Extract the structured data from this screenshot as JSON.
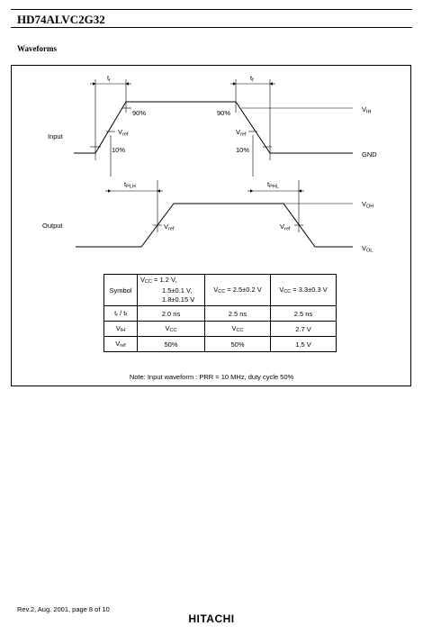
{
  "header": {
    "title": "HD74ALVC2G32"
  },
  "section": {
    "title": "Waveforms"
  },
  "waveform": {
    "input_label": "Input",
    "output_label": "Output",
    "pct_90": "90%",
    "pct_10": "10%",
    "vref": "V",
    "vref_sub": "ref",
    "t_sym": "t",
    "tr_sub": "r",
    "tf_sub": "f",
    "tplh_sub": "PLH",
    "tphl_sub": "PHL",
    "vih": "V",
    "vih_sub": "IH",
    "gnd": "GND",
    "voh": "V",
    "voh_sub": "OH",
    "vol": "V",
    "vol_sub": "OL"
  },
  "table": {
    "symbol_header": "Symbol",
    "col1_line1": "V",
    "col1_sub": "CC",
    "col1_line1_rest": " = 1.2 V,",
    "col1_line2": "1.5±0.1 V,",
    "col1_line3": "1.8±0.15 V",
    "col2_pre": "V",
    "col2_sub": "CC",
    "col2_post": " = 2.5±0.2 V",
    "col3_pre": "V",
    "col3_sub": "CC",
    "col3_post": " = 3.3±0.3 V",
    "rows": [
      {
        "sym": "t",
        "sym_sub": "r",
        "sym_mid": " / t",
        "sym_sub2": "f",
        "v1": "2.0 ns",
        "v2": "2.5 ns",
        "v3": "2.5 ns"
      },
      {
        "sym": "V",
        "sym_sub": "IH",
        "v1": "V",
        "v1_sub": "CC",
        "v2": "V",
        "v2_sub": "CC",
        "v3": "2.7 V"
      },
      {
        "sym": "V",
        "sym_sub": "ref",
        "v1": "50%",
        "v2": "50%",
        "v3": "1.5 V"
      }
    ]
  },
  "note": "Note:  Input waveform : PRR = 10 MHz, duty cycle 50%",
  "footer": {
    "revision": "Rev.2, Aug. 2001, page 8 of 10",
    "brand": "HITACHI"
  }
}
